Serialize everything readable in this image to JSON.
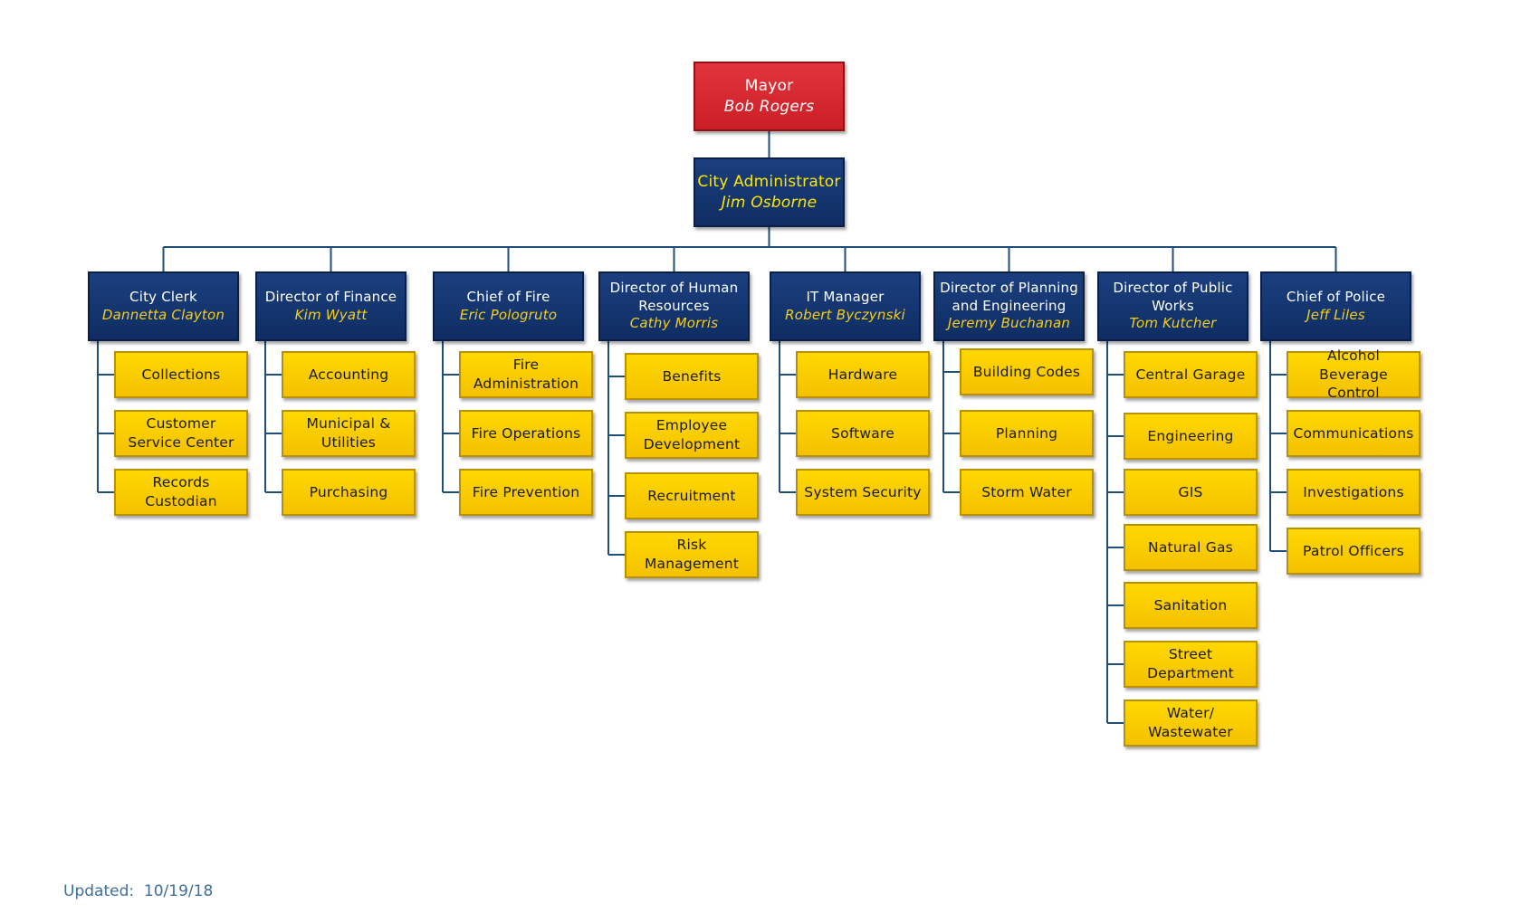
{
  "mayor": {
    "title": "Mayor",
    "name": "Bob Rogers",
    "color": "#d9252d"
  },
  "administrator": {
    "title": "City Administrator",
    "name": "Jim Osborne",
    "color": "#123570"
  },
  "colors": {
    "head_fill": "#123570",
    "unit_fill": "#f8cc00",
    "connector": "#1f4e79",
    "head_name": "#f5cd1c"
  },
  "departments": [
    {
      "title": "City Clerk",
      "name": "Dannetta Clayton",
      "units": [
        "Collections",
        "Customer Service Center",
        "Records Custodian"
      ]
    },
    {
      "title": "Director of Finance",
      "name": "Kim Wyatt",
      "units": [
        "Accounting",
        "Municipal & Utilities",
        "Purchasing"
      ]
    },
    {
      "title": "Chief of Fire",
      "name": "Eric Pologruto",
      "units": [
        "Fire Administration",
        "Fire Operations",
        "Fire Prevention"
      ]
    },
    {
      "title": "Director of Human Resources",
      "name": "Cathy Morris",
      "units": [
        "Benefits",
        "Employee Development",
        "Recruitment",
        "Risk Management"
      ]
    },
    {
      "title": "IT Manager",
      "name": "Robert Byczynski",
      "units": [
        "Hardware",
        "Software",
        "System Security"
      ]
    },
    {
      "title": "Director of Planning and Engineering",
      "name": "Jeremy Buchanan",
      "units": [
        "Building Codes",
        "Planning",
        "Storm Water"
      ]
    },
    {
      "title": "Director of Public Works",
      "name": "Tom Kutcher",
      "units": [
        "Central Garage",
        "Engineering",
        "GIS",
        "Natural Gas",
        "Sanitation",
        "Street Department",
        "Water/ Wastewater"
      ]
    },
    {
      "title": "Chief of Police",
      "name": "Jeff Liles",
      "units": [
        "Alcohol Beverage Control",
        "Communications",
        "Investigations",
        "Patrol Officers"
      ]
    }
  ],
  "footer": {
    "label": "Updated:",
    "date": "10/19/18"
  }
}
